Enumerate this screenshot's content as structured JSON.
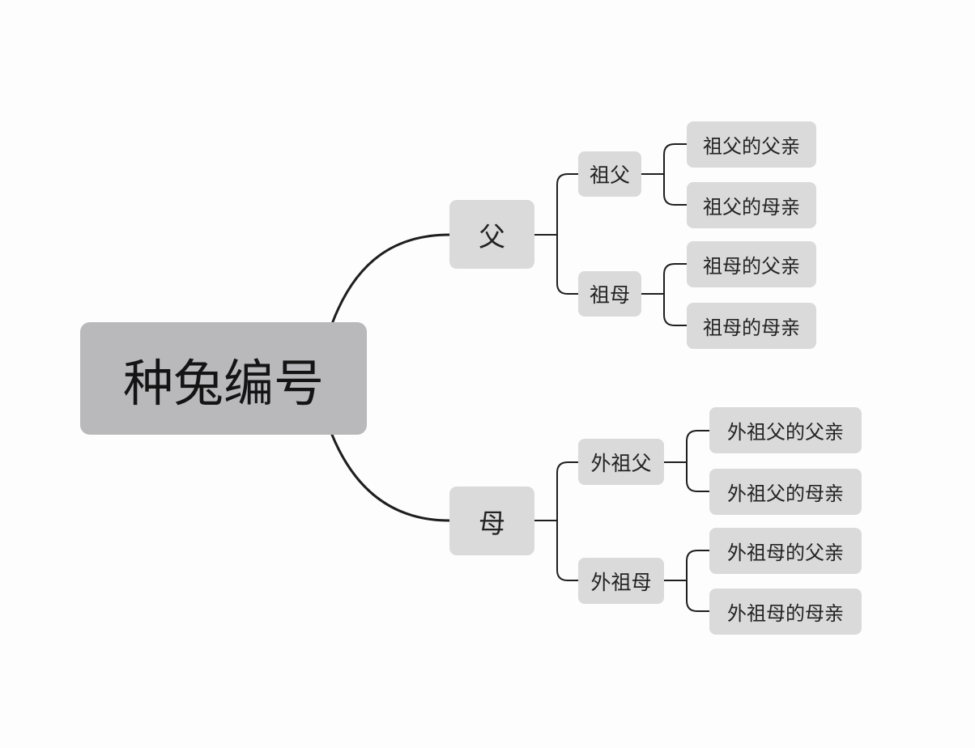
{
  "mindmap": {
    "root": "种兔编号",
    "father": {
      "label": "父",
      "grandfather": {
        "label": "祖父",
        "father": "祖父的父亲",
        "mother": "祖父的母亲"
      },
      "grandmother": {
        "label": "祖母",
        "father": "祖母的父亲",
        "mother": "祖母的母亲"
      }
    },
    "mother": {
      "label": "母",
      "grandfather": {
        "label": "外祖父",
        "father": "外祖父的父亲",
        "mother": "外祖父的母亲"
      },
      "grandmother": {
        "label": "外祖母",
        "father": "外祖母的父亲",
        "mother": "外祖母的母亲"
      }
    }
  }
}
